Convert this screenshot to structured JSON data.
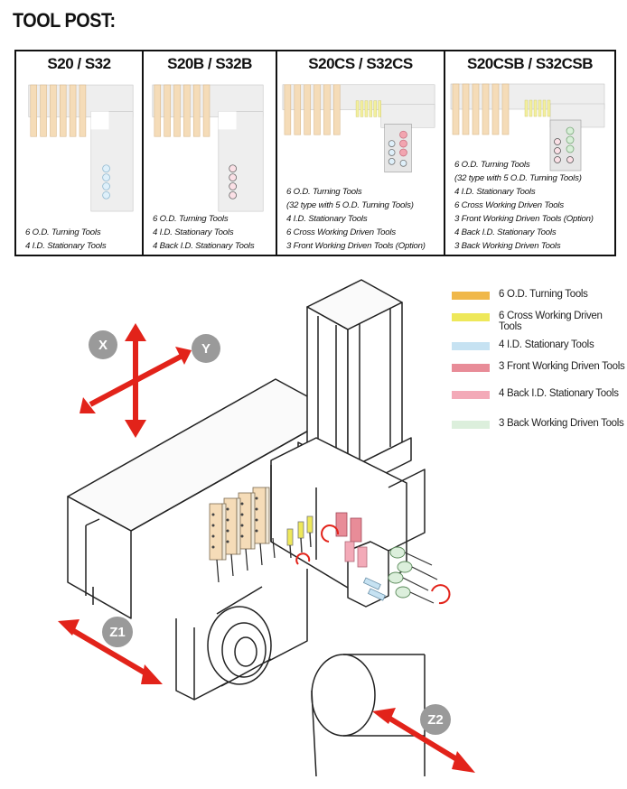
{
  "title": "TOOL POST:",
  "columns": [
    {
      "header": "S20 / S32",
      "notes": [
        "6 O.D. Turning Tools",
        "4 I.D. Stationary Tools"
      ]
    },
    {
      "header": "S20B / S32B",
      "notes": [
        "6 O.D. Turning Tools",
        "4 I.D. Stationary Tools",
        "4 Back I.D. Stationary Tools"
      ]
    },
    {
      "header": "S20CS / S32CS",
      "notes": [
        "6 O.D. Turning Tools",
        "(32 type with 5 O.D. Turning Tools)",
        "4 I.D. Stationary Tools",
        "6 Cross Working Driven Tools",
        "3 Front Working Driven Tools (Option)"
      ]
    },
    {
      "header": "S20CSB / S32CSB",
      "notes": [
        "6 O.D. Turning Tools",
        "(32 type with 5 O.D. Turning Tools)",
        "4 I.D. Stationary Tools",
        "6 Cross Working Driven Tools",
        "3 Front Working Driven Tools (Option)",
        "4 Back I.D. Stationary Tools",
        "3 Back Working Driven Tools"
      ]
    }
  ],
  "legend": [
    {
      "label": "6 O.D. Turning Tools",
      "color": "#f0b84a"
    },
    {
      "label": "6 Cross Working Driven Tools",
      "color": "#eee85a"
    },
    {
      "label": "4 I.D. Stationary Tools",
      "color": "#c6e2f2"
    },
    {
      "label": "3 Front Working Driven Tools",
      "color": "#e88c98"
    },
    {
      "label": "4 Back I.D. Stationary Tools",
      "color": "#f3aab8"
    },
    {
      "label": "3 Back Working Driven Tools",
      "color": "#dcefdc"
    }
  ],
  "axes": {
    "x": "X",
    "y": "Y",
    "z1": "Z1",
    "z2": "Z2"
  },
  "colors": {
    "arrow": "#e2231a",
    "axis_badge": "#9a9a9a",
    "od_tool": "#f5dcb8",
    "machine_outline": "#222222"
  }
}
